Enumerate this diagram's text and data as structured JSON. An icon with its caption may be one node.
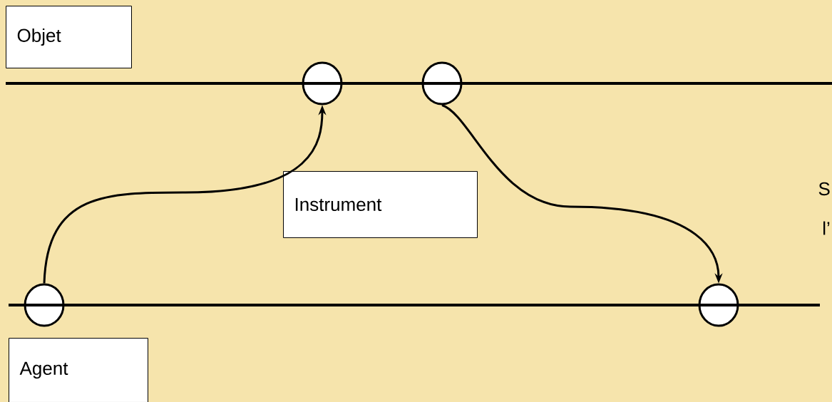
{
  "diagram": {
    "nodes": [
      {
        "text": [
          "Objet"
        ]
      },
      {
        "text": [],
        "shape": "circle"
      },
      {
        "text": [],
        "shape": "circle"
      },
      {
        "text": [
          "Instrument"
        ]
      },
      {
        "text": [],
        "shape": "circle"
      },
      {
        "text": [],
        "shape": "circle"
      },
      {
        "text": [
          "Agent"
        ]
      }
    ],
    "edges": [
      {
        "from": 4,
        "to": 1,
        "arrow": "to"
      },
      {
        "from": 2,
        "to": 5,
        "arrow": "to"
      }
    ],
    "labels": [
      "S",
      "l’"
    ]
  }
}
